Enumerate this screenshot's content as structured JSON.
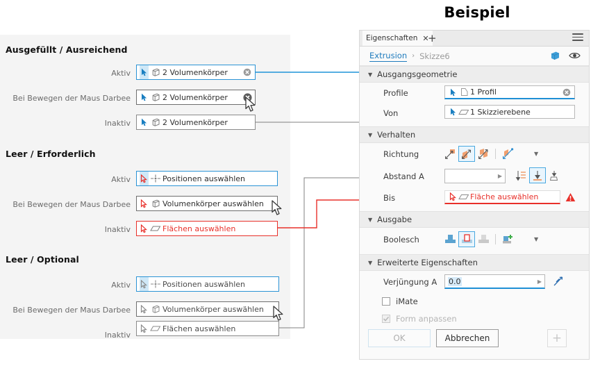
{
  "title": "Beispiel",
  "left_panel": {
    "sections": [
      {
        "name": "section-ausgefuellt",
        "heading": "Ausgefüllt / Ausreichend",
        "rows": [
          {
            "label": "Aktiv",
            "state": "active",
            "cursor": "arrow-blue",
            "geom_icon": "solid-body-icon",
            "text": "2 Volumenkörper",
            "clear": true,
            "clear_icon": "clear-x-icon"
          },
          {
            "label": "Bei Bewegen der Maus Darbee",
            "state": "hover",
            "cursor": "arrow-blue",
            "geom_icon": "solid-body-icon",
            "text": "2 Volumenkörper",
            "clear": true,
            "clear_icon": "clear-x-icon"
          },
          {
            "label": "Inaktiv",
            "state": "inactive",
            "cursor": "arrow-blue",
            "geom_icon": "solid-body-icon",
            "text": "2 Volumenkörper",
            "clear": false
          }
        ]
      },
      {
        "name": "section-leer-erforderlich",
        "heading": "Leer / Erforderlich",
        "rows": [
          {
            "label": "Aktiv",
            "state": "active",
            "cursor": "arrow-red",
            "geom_icon": "point-crosshair-icon",
            "text": "Positionen auswählen",
            "clear": false
          },
          {
            "label": "Bei Bewegen der Maus Darbee",
            "state": "hover",
            "cursor": "arrow-red",
            "geom_icon": "solid-body-icon",
            "text": "Volumenkörper auswählen",
            "clear": false
          },
          {
            "label": "Inaktiv",
            "state": "error",
            "cursor": "arrow-red",
            "geom_icon": "face-plane-icon",
            "text": "Flächen auswählen",
            "clear": false
          }
        ]
      },
      {
        "name": "section-leer-optional",
        "heading": "Leer / Optional",
        "rows": [
          {
            "label": "Aktiv",
            "state": "active",
            "cursor": "arrow-gray",
            "geom_icon": "point-crosshair-icon",
            "text": "Positionen auswählen",
            "clear": false
          },
          {
            "label": "Bei Bewegen der Maus Darbee",
            "state": "hover",
            "cursor": "arrow-gray",
            "geom_icon": "solid-body-icon",
            "text": "Volumenkörper auswählen",
            "clear": false
          },
          {
            "label": "Inaktiv",
            "state": "inactive",
            "cursor": "arrow-gray",
            "geom_icon": "face-plane-icon",
            "text": "Flächen auswählen",
            "clear": false
          }
        ]
      }
    ]
  },
  "dialog": {
    "tab": {
      "label": "Eigenschaften",
      "close_icon": "close-icon",
      "add_icon": "plus-icon",
      "menu_icon": "hamburger-icon"
    },
    "breadcrumb": {
      "current": "Extrusion",
      "separator": "›",
      "parent": "Skizze6",
      "solid_icon": "solid-cube-icon",
      "visibility_icon": "eye-icon"
    },
    "groups": [
      {
        "name": "ausgangsgeometrie",
        "title": "Ausgangsgeometrie",
        "expanded": true,
        "rows": [
          {
            "label": "Profile",
            "field_text": "1 Profil",
            "cursor": "arrow-blue",
            "icon": "profile-sketch-icon",
            "focus": true,
            "clear": true
          },
          {
            "label": "Von",
            "field_text": "1 Skizzierebene",
            "cursor": "arrow-blue",
            "icon": "face-plane-icon",
            "focus": false,
            "clear": false
          }
        ]
      },
      {
        "name": "verhalten",
        "title": "Verhalten",
        "expanded": true,
        "richtung": {
          "label": "Richtung",
          "options": [
            "direction-default-icon",
            "direction-flipped-icon",
            "direction-symmetric-icon",
            "direction-asymmetric-icon"
          ],
          "selected_index": 1,
          "more_icon": "chevron-down-icon"
        },
        "abstand": {
          "label": "Abstand A",
          "value": "",
          "spinner_icon": "expand-arrow-icon",
          "extent_buttons": [
            "extent-distance-icon",
            "extent-to-icon",
            "extent-through-all-icon"
          ],
          "selected_index": 1
        },
        "bis": {
          "label": "Bis",
          "field_text": "Fläche auswählen",
          "cursor": "arrow-red",
          "icon": "face-plane-icon",
          "error": true,
          "warning_icon": "warning-triangle-icon"
        }
      },
      {
        "name": "ausgabe",
        "title": "Ausgabe",
        "expanded": true,
        "boolesch": {
          "label": "Boolesch",
          "options": [
            "boolean-join-icon",
            "boolean-cut-icon",
            "boolean-intersect-icon",
            "boolean-new-solid-icon"
          ],
          "selected_index": 1,
          "more_icon": "chevron-down-icon"
        }
      },
      {
        "name": "erweiterte-eigenschaften",
        "title": "Erweiterte Eigenschaften",
        "expanded": true,
        "verjuengung": {
          "label": "Verjüngung A",
          "value": "0.0",
          "spinner_icon": "expand-arrow-icon",
          "measure_icon": "taper-angle-icon"
        },
        "checkboxes": [
          {
            "label": "iMate",
            "checked": false,
            "disabled": false
          },
          {
            "label": "Form anpassen",
            "checked": true,
            "disabled": true
          }
        ]
      }
    ],
    "footer": {
      "ok_label": "OK",
      "ok_disabled": true,
      "cancel_label": "Abbrechen",
      "add_icon": "plus-icon"
    }
  },
  "colors": {
    "accent_blue": "#1e8fd5",
    "connector_blue": "#1f93d8",
    "connector_lightblue": "#38a8e8",
    "connector_gray": "#808080",
    "connector_red": "#e8302a",
    "error_red": "#e8302a",
    "orange": "#f0a070",
    "panel_bg": "#f4f4f4",
    "dialog_bg": "#fafafa",
    "group_header_bg": "#ededed"
  }
}
